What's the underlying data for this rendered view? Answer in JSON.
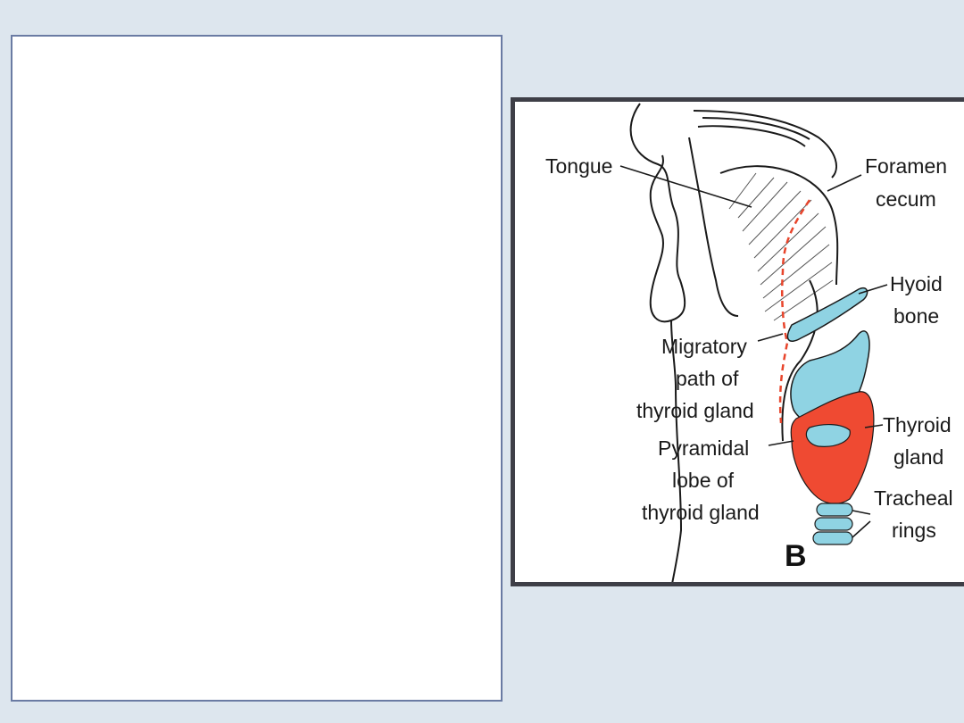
{
  "figure": {
    "labels": {
      "tongue": "Tongue",
      "foramen_line1": "Foramen",
      "foramen_line2": "cecum",
      "hyoid_line1": "Hyoid",
      "hyoid_line2": "bone",
      "migratory_line1": "Migratory",
      "migratory_line2": "path of",
      "migratory_line3": "thyroid gland",
      "pyramidal_line1": "Pyramidal",
      "pyramidal_line2": "lobe of",
      "pyramidal_line3": "thyroid gland",
      "thyroid_line1": "Thyroid",
      "thyroid_line2": "gland",
      "tracheal_line1": "Tracheal",
      "tracheal_line2": "rings",
      "panel_letter": "B"
    },
    "colors": {
      "cartilage_blue": "#8fd3e3",
      "thyroid_red": "#ef4a32",
      "path_dash": "#e8452c",
      "outline": "#1a1a1a"
    }
  }
}
